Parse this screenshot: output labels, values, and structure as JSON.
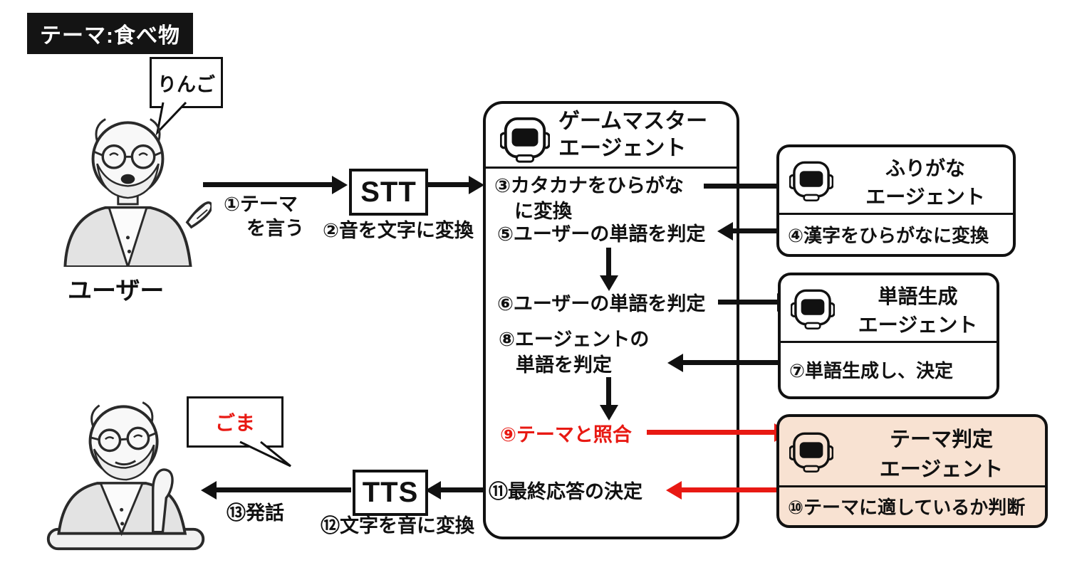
{
  "theme_badge": {
    "label": "テーマ:食べ物"
  },
  "user": {
    "name_label": "ユーザー",
    "spoken_word": "りんご",
    "heard_word": "ごま"
  },
  "stt": {
    "label": "STT"
  },
  "tts": {
    "label": "TTS"
  },
  "flow_labels": {
    "step1_line1": "①テーマ",
    "step1_line2": "を言う",
    "step2": "②音を文字に変換",
    "step12": "⑫文字を音に変換",
    "step13": "⑬発話"
  },
  "game_master": {
    "title_line1": "ゲームマスター",
    "title_line2": "エージェント",
    "step3_line1": "③カタカナをひらがな",
    "step3_line2": "に変換",
    "step5": "⑤ユーザーの単語を判定",
    "step6": "⑥ユーザーの単語を判定",
    "step8_line1": "⑧エージェントの",
    "step8_line2": "単語を判定",
    "step9": "⑨テーマと照合",
    "step11": "⑪最終応答の決定"
  },
  "furigana_agent": {
    "title_line1": "ふりがな",
    "title_line2": "エージェント",
    "step4": "④漢字をひらがなに変換"
  },
  "word_agent": {
    "title_line1": "単語生成",
    "title_line2": "エージェント",
    "step7": "⑦単語生成し、決定"
  },
  "theme_agent": {
    "title_line1": "テーマ判定",
    "title_line2": "エージェント",
    "step10": "⑩テーマに適しているか判断"
  },
  "colors": {
    "highlight_red": "#e81913",
    "theme_agent_bg": "#f8e2d2",
    "line_black": "#111111",
    "badge_bg": "#141414"
  }
}
